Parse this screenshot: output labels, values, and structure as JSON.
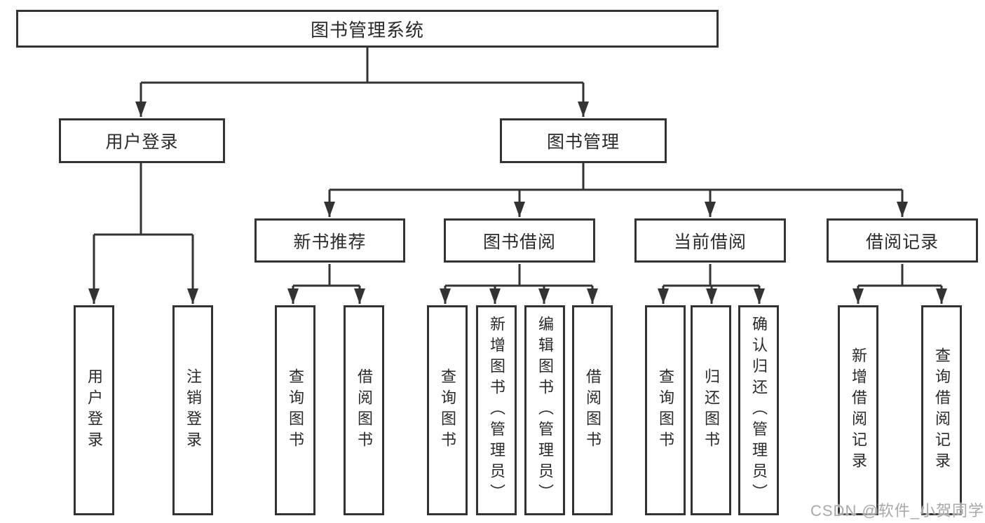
{
  "diagram": {
    "root": {
      "label": "图书管理系统"
    },
    "branches": [
      {
        "label": "用户登录",
        "children": [
          {
            "label": "用户登录"
          },
          {
            "label": "注销登录"
          }
        ]
      },
      {
        "label": "图书管理",
        "children": [
          {
            "label": "新书推荐",
            "children": [
              {
                "label": "查询图书"
              },
              {
                "label": "借阅图书"
              }
            ]
          },
          {
            "label": "图书借阅",
            "children": [
              {
                "label": "查询图书"
              },
              {
                "label": "新增图书（管理员）"
              },
              {
                "label": "编辑图书（管理员）"
              },
              {
                "label": "借阅图书"
              }
            ]
          },
          {
            "label": "当前借阅",
            "children": [
              {
                "label": "查询图书"
              },
              {
                "label": "归还图书"
              },
              {
                "label": "确认归还（管理员）"
              }
            ]
          },
          {
            "label": "借阅记录",
            "children": [
              {
                "label": "新增借阅记录"
              },
              {
                "label": "查询借阅记录"
              }
            ]
          }
        ]
      }
    ],
    "colors": {
      "line": "#333333",
      "box_border": "#333333",
      "text": "#2a2a2a",
      "background": "#ffffff",
      "watermark": "#a9a9a9"
    }
  },
  "watermark": {
    "text": "CSDN @软件_小贺同学"
  }
}
